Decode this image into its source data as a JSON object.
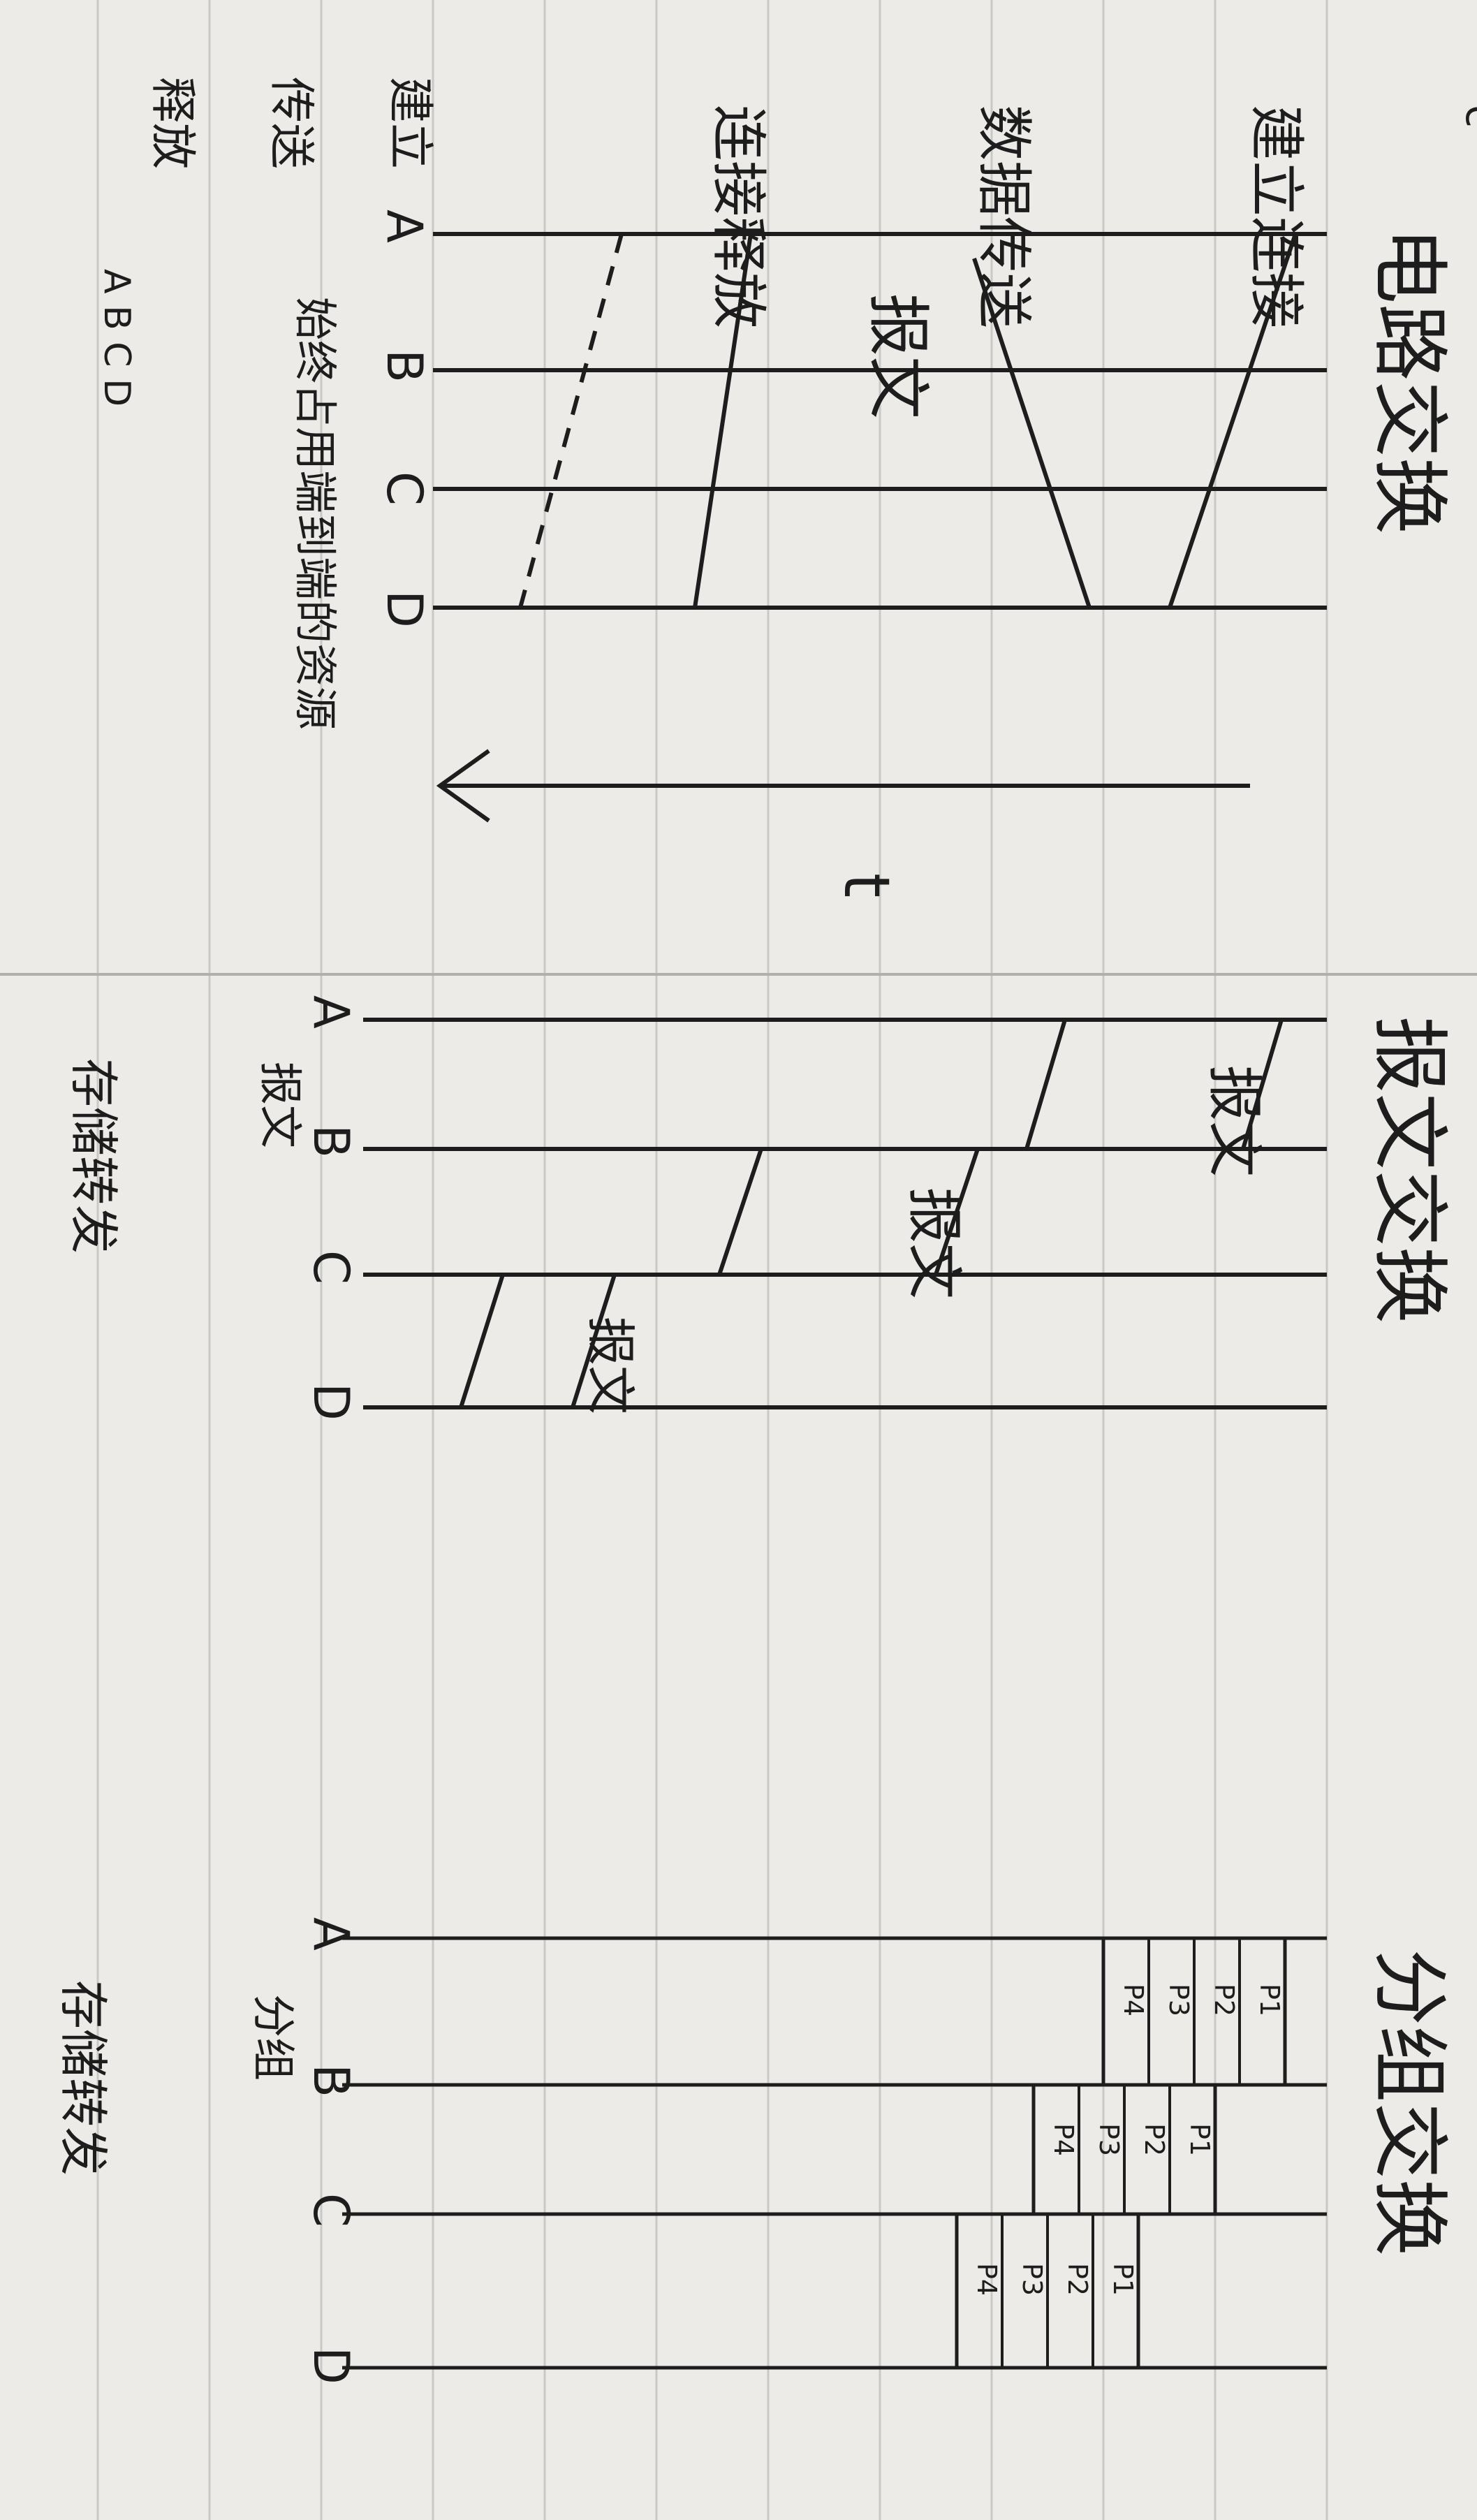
{
  "circuit": {
    "title": "电路交换",
    "nodes": [
      "A",
      "B",
      "C",
      "D"
    ],
    "steps": [
      "建立连接",
      "数据传送",
      "连接释放"
    ],
    "packet_label": "报文",
    "time_label": "t",
    "note": "始终占用端到端的资源",
    "summary_lines": [
      "建立",
      "传送",
      "释放"
    ],
    "path_label": "A B C D"
  },
  "message": {
    "title": "报文交换",
    "nodes": [
      "A",
      "B",
      "C",
      "D"
    ],
    "packet_label": "报文",
    "hop_label": "报文",
    "note": "存储转发"
  },
  "packet": {
    "title": "分组交换",
    "nodes": [
      "A",
      "B",
      "C",
      "D"
    ],
    "packets": [
      "P1",
      "P2",
      "P3",
      "P4"
    ],
    "hop_label": "分组",
    "note": "存储转发"
  },
  "colors": {
    "ink": "#1d1d1d",
    "paper": "#ecebe8",
    "rule": "#c9c8c4"
  }
}
